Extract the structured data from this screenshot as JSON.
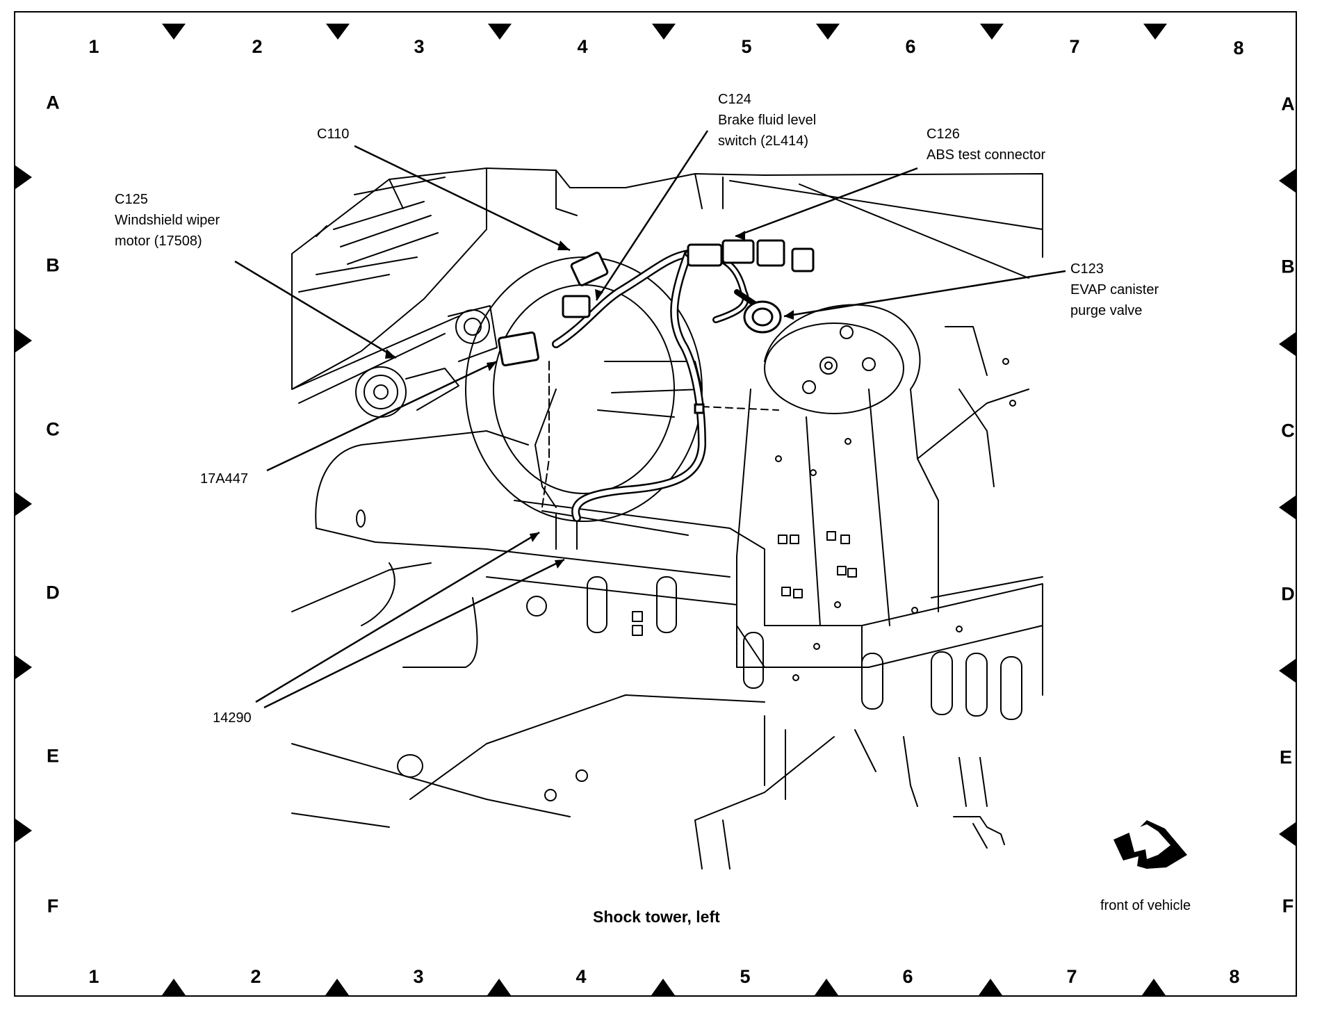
{
  "grid": {
    "columns": [
      "1",
      "2",
      "3",
      "4",
      "5",
      "6",
      "7",
      "8"
    ],
    "rows": [
      "A",
      "B",
      "C",
      "D",
      "E",
      "F"
    ]
  },
  "callouts": {
    "c110": {
      "lines": [
        "C110"
      ]
    },
    "c124": {
      "lines": [
        "C124",
        "Brake fluid level",
        "switch (2L414)"
      ]
    },
    "c126": {
      "lines": [
        "C126",
        "ABS test connector"
      ]
    },
    "c125": {
      "lines": [
        "C125",
        "Windshield wiper",
        "motor (17508)"
      ]
    },
    "c123": {
      "lines": [
        "C123",
        "EVAP canister",
        "purge valve"
      ]
    },
    "p17a447": {
      "lines": [
        "17A447"
      ]
    },
    "p14290": {
      "lines": [
        "14290"
      ]
    }
  },
  "caption": "Shock tower, left",
  "front_label": "front of vehicle",
  "icons": {
    "direction": "arrow-icon"
  }
}
